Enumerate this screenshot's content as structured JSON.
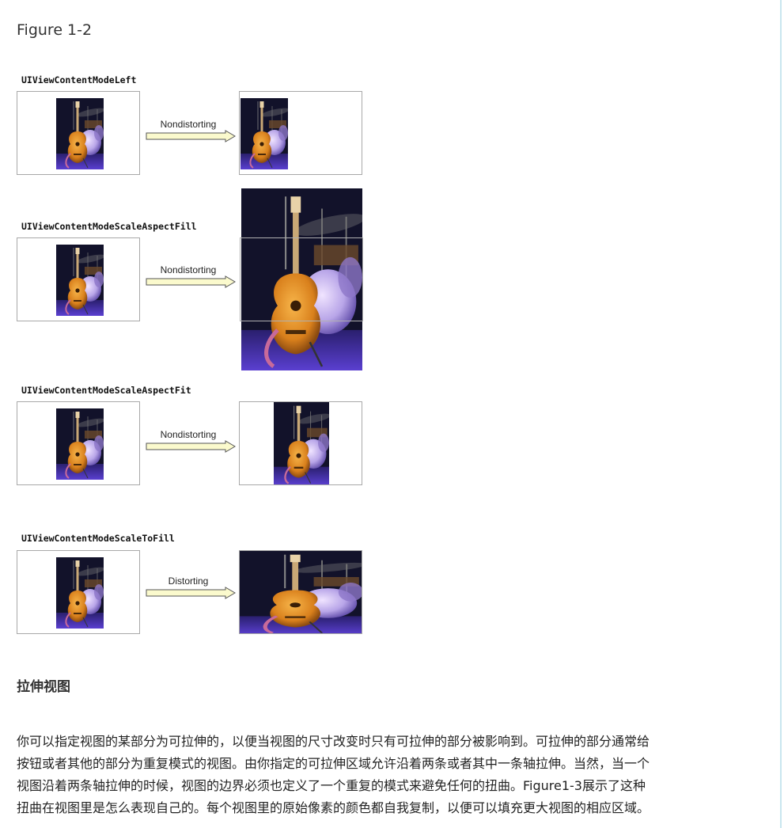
{
  "figure_title": "Figure 1-2",
  "modes": [
    {
      "label": "UIViewContentModeLeft",
      "arrow_label": "Nondistorting"
    },
    {
      "label": "UIViewContentModeScaleAspectFill",
      "arrow_label": "Nondistorting"
    },
    {
      "label": "UIViewContentModeScaleAspectFit",
      "arrow_label": "Nondistorting"
    },
    {
      "label": "UIViewContentModeScaleToFill",
      "arrow_label": "Distorting"
    }
  ],
  "section_title": "拉伸视图",
  "paragraph_lines": [
    "你可以指定视图的某部分为可拉伸的，以便当视图的尺寸改变时只有可拉伸的部分被影响到。可拉伸的部分通常给",
    "按钮或者其他的部分为重复模式的视图。由你指定的可拉伸区域允许沿着两条或者其中一条轴拉伸。当然，当一个",
    "视图沿着两条轴拉伸的时候，视图的边界必须也定义了一个重复的模式来避免任何的扭曲。Figure1-3展示了这种",
    "扭曲在视图里是怎么表现自己的。每个视图里的原始像素的颜色都自我复制，以便可以填充更大视图的相应区域。"
  ],
  "colors": {
    "accent_rule": "#c9e6ef",
    "arrow_fill": "#fbfacd",
    "box_border": "#a8a8a8",
    "photo_bg": "#12122a"
  }
}
